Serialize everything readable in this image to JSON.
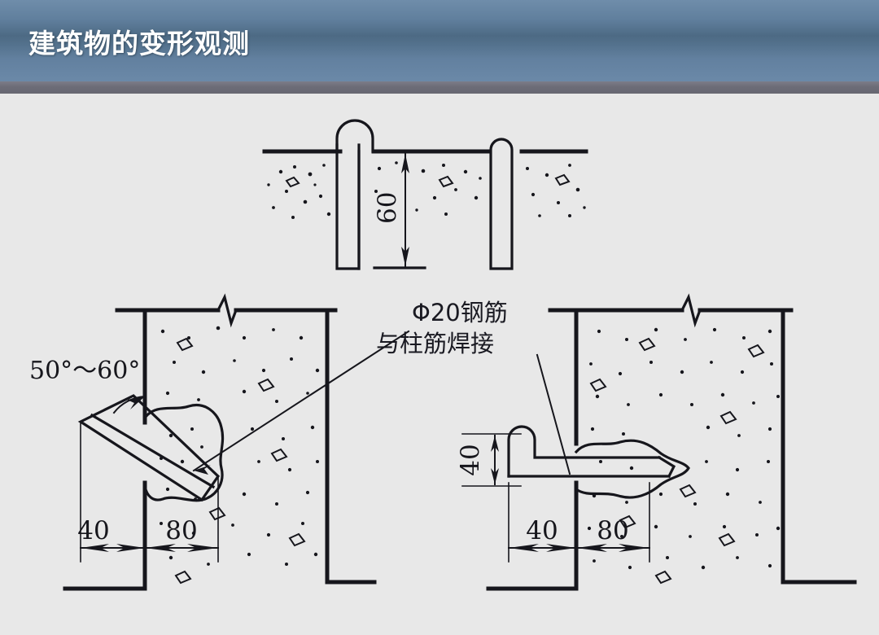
{
  "header": {
    "title": "建筑物的变形观测",
    "bg_top_color": "#6f8daa",
    "bg_mid_color": "#4d6a84",
    "underbar_color": "#6c6c77",
    "title_color": "#ffffff"
  },
  "page": {
    "background_color": "#e8e8e8",
    "ink_color": "#16161c"
  },
  "figure": {
    "caption_lines": [
      "Φ20钢筋",
      "与柱筋焊接"
    ],
    "top_detail": {
      "name": "ground-embedded-benchmark-detail",
      "depth_label": "60"
    },
    "left_detail": {
      "name": "inclined-wall-benchmark-detail",
      "angle_label": "50°～60°",
      "dim_inner": "40",
      "dim_outer": "80"
    },
    "right_detail": {
      "name": "horizontal-wall-benchmark-detail",
      "dim_vertical": "40",
      "dim_inner": "40",
      "dim_outer": "80"
    }
  }
}
